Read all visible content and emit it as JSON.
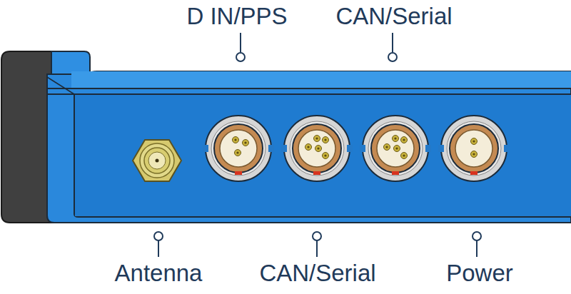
{
  "diagram": {
    "labels": [
      "D IN/PPS",
      "CAN/Serial",
      "Antenna",
      "CAN/Serial",
      "Power"
    ]
  }
}
